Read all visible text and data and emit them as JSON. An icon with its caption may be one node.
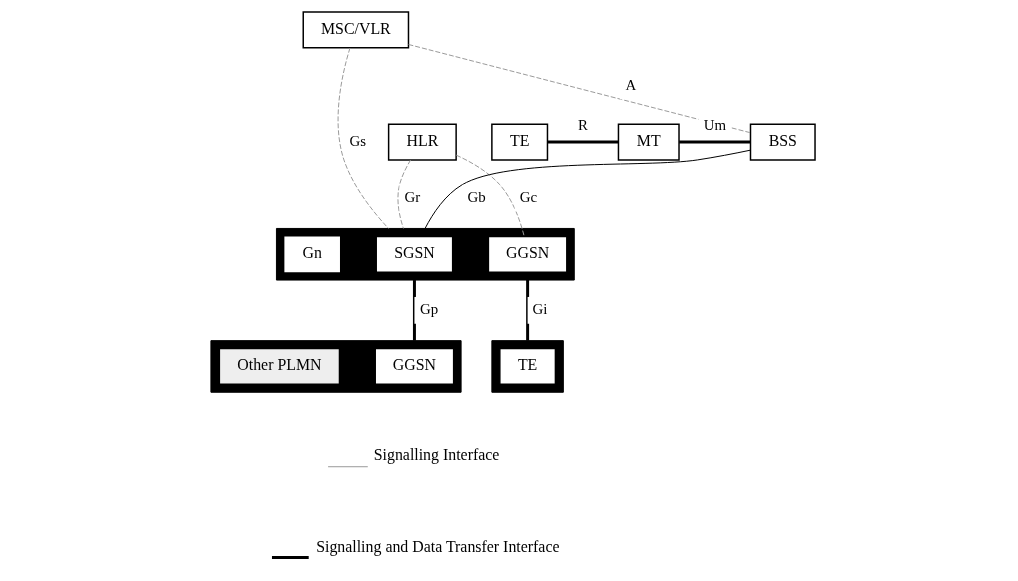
{
  "diagram": {
    "nodes": [
      {
        "text": [
          "MSC/VLR"
        ]
      },
      {
        "text": [
          "HLR"
        ]
      },
      {
        "text": [],
        "shape": "box"
      },
      {
        "text": [
          "SGSN"
        ],
        "in": 2
      },
      {
        "text": [
          "GGSN"
        ],
        "in": 2
      },
      {
        "text": [],
        "shape": "box"
      },
      {
        "text": [
          "TE"
        ],
        "in": 5
      },
      {
        "text": [
          "TE"
        ]
      },
      {
        "text": [
          "MT"
        ]
      },
      {
        "text": [
          "BSS"
        ]
      },
      {
        "text": [],
        "shape": "box"
      },
      {
        "text": [
          "GGSN"
        ],
        "in": 10
      },
      {
        "text": [
          "Other PLMN"
        ],
        "in": 10
      }
    ],
    "edges": [
      {
        "from": 0,
        "to": 9,
        "arrow": "none",
        "label": "A",
        "style": "dashed",
        "color": "#999999"
      },
      {
        "from": 0,
        "to": 2,
        "arrow": "none",
        "label": "Gs",
        "style": "dashed",
        "color": "#999999"
      },
      {
        "from": 1,
        "to": 2,
        "arrow": "none",
        "label": "Gr",
        "style": "dashed",
        "color": "#999999"
      },
      {
        "from": 1,
        "to": 4,
        "arrow": "none",
        "label": "Gc",
        "style": "dashed",
        "color": "#999999"
      },
      {
        "from": 4,
        "to": 5,
        "arrow": "none",
        "label": "Gi",
        "style": "thick"
      },
      {
        "from": 9,
        "to": 2,
        "arrow": "none",
        "label": "Gb"
      },
      {
        "from": 2,
        "to": 10,
        "arrow": "none",
        "label": "Gp",
        "style": "thick"
      },
      {
        "from": 7,
        "to": 8,
        "arrow": "none",
        "label": "R",
        "style": "thick"
      },
      {
        "from": 8,
        "to": 9,
        "arrow": "none",
        "label": "Um",
        "style": "thick"
      }
    ],
    "labels": [
      "Gn"
    ],
    "legend": [
      {
        "text": "Signalling Interface"
      },
      {
        "text": "Signalling and Data Transfer Interface"
      }
    ]
  }
}
